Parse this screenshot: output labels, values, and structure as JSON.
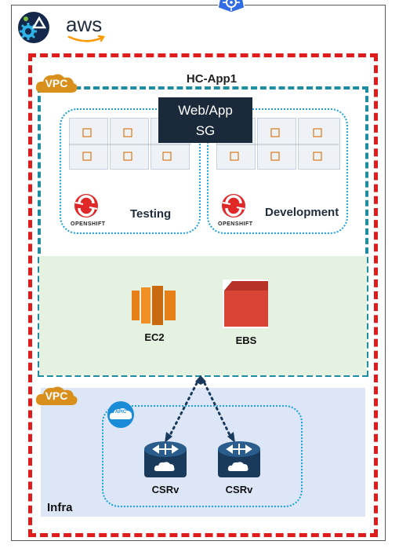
{
  "header": {
    "aws_logo_text": "aws",
    "kubernetes_icon": "kubernetes-helm-icon",
    "brand_icon": "gear-delta-icon"
  },
  "app_vpc": {
    "tag": "VPC",
    "title": "HC-App1"
  },
  "security_group": {
    "line1": "Web/App",
    "line2": "SG"
  },
  "openshift_clusters": [
    {
      "label": "Testing",
      "brand": "OPENSHIFT"
    },
    {
      "label": "Development",
      "brand": "OPENSHIFT"
    }
  ],
  "compute": {
    "ec2_label": "EC2",
    "ebs_label": "EBS"
  },
  "infra_vpc": {
    "tag": "VPC",
    "label": "Infra",
    "apic_icon_text": "APIC",
    "routers": [
      {
        "label": "CSRv"
      },
      {
        "label": "CSRv"
      }
    ]
  },
  "colors": {
    "region_border": "#e01b1b",
    "vpc_border": "#1e8da0",
    "dotted_border": "#1aa0dc",
    "vpc_tag": "#d98f1c",
    "sg_fill": "#1b2a3b",
    "compute_panel": "#e6f2e1",
    "infra_panel": "#dce6f6",
    "ec2_orange": "#e8801a",
    "ebs_red": "#d84435",
    "router_navy": "#1a3a5c"
  }
}
